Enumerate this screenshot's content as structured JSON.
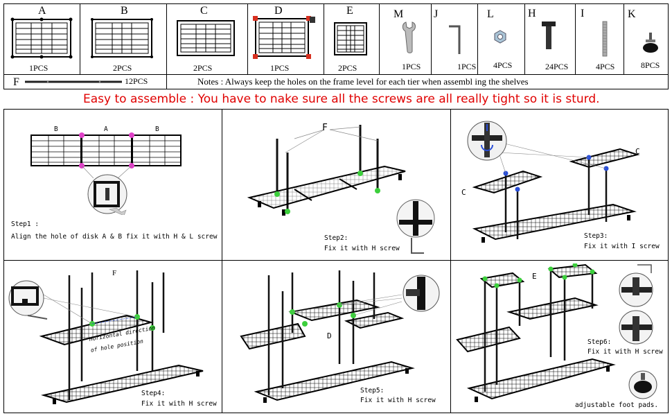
{
  "parts": [
    {
      "letter": "A",
      "qty": "1PCS"
    },
    {
      "letter": "B",
      "qty": "2PCS"
    },
    {
      "letter": "C",
      "qty": "2PCS"
    },
    {
      "letter": "D",
      "qty": "1PCS"
    },
    {
      "letter": "E",
      "qty": "2PCS"
    },
    {
      "letter": "M",
      "qty": "1PCS"
    },
    {
      "letter": "J",
      "qty": "1PCS"
    },
    {
      "letter": "L",
      "qty": "4PCS"
    },
    {
      "letter": "H",
      "qty": "24PCS"
    },
    {
      "letter": "I",
      "qty": "4PCS"
    },
    {
      "letter": "K",
      "qty": "8PCS"
    }
  ],
  "f_part": {
    "letter": "F",
    "qty": "12PCS"
  },
  "notes": "Notes : Always keep the holes on the frame level for each tier when assembl ing the shelves",
  "headline": "Easy to assemble : You have to nake sure all the screws are all really tight so it is sturd.",
  "steps": {
    "s1": {
      "diagram_labels": [
        "B",
        "A",
        "B"
      ],
      "title": "Step1 :",
      "desc": "Align the hole of disk A & B fix it with H & L screw"
    },
    "s2": {
      "diagram_label": "F",
      "title": "Step2:",
      "desc": "Fix it with H screw"
    },
    "s3": {
      "diagram_labels": [
        "C",
        "C"
      ],
      "title": "Step3:",
      "desc": "Fix it with I screw"
    },
    "s4": {
      "diagram_label": "F",
      "annotation_line1": "Horizontal direction",
      "annotation_line2": "of hole position",
      "title": "Step4:",
      "desc": "Fix it with H screw"
    },
    "s5": {
      "diagram_label": "D",
      "title": "Step5:",
      "desc": "Fix it with H screw"
    },
    "s6": {
      "diagram_label": "E",
      "title": "Step6:",
      "desc": "Fix it with H screw",
      "footnote": "adjustable foot pads."
    }
  },
  "colors": {
    "headline": "#e00000",
    "joint_green": "#3ccf3c",
    "joint_pink": "#e040c8",
    "joint_blue": "#2a4fd8",
    "corner_red": "#d83020"
  }
}
